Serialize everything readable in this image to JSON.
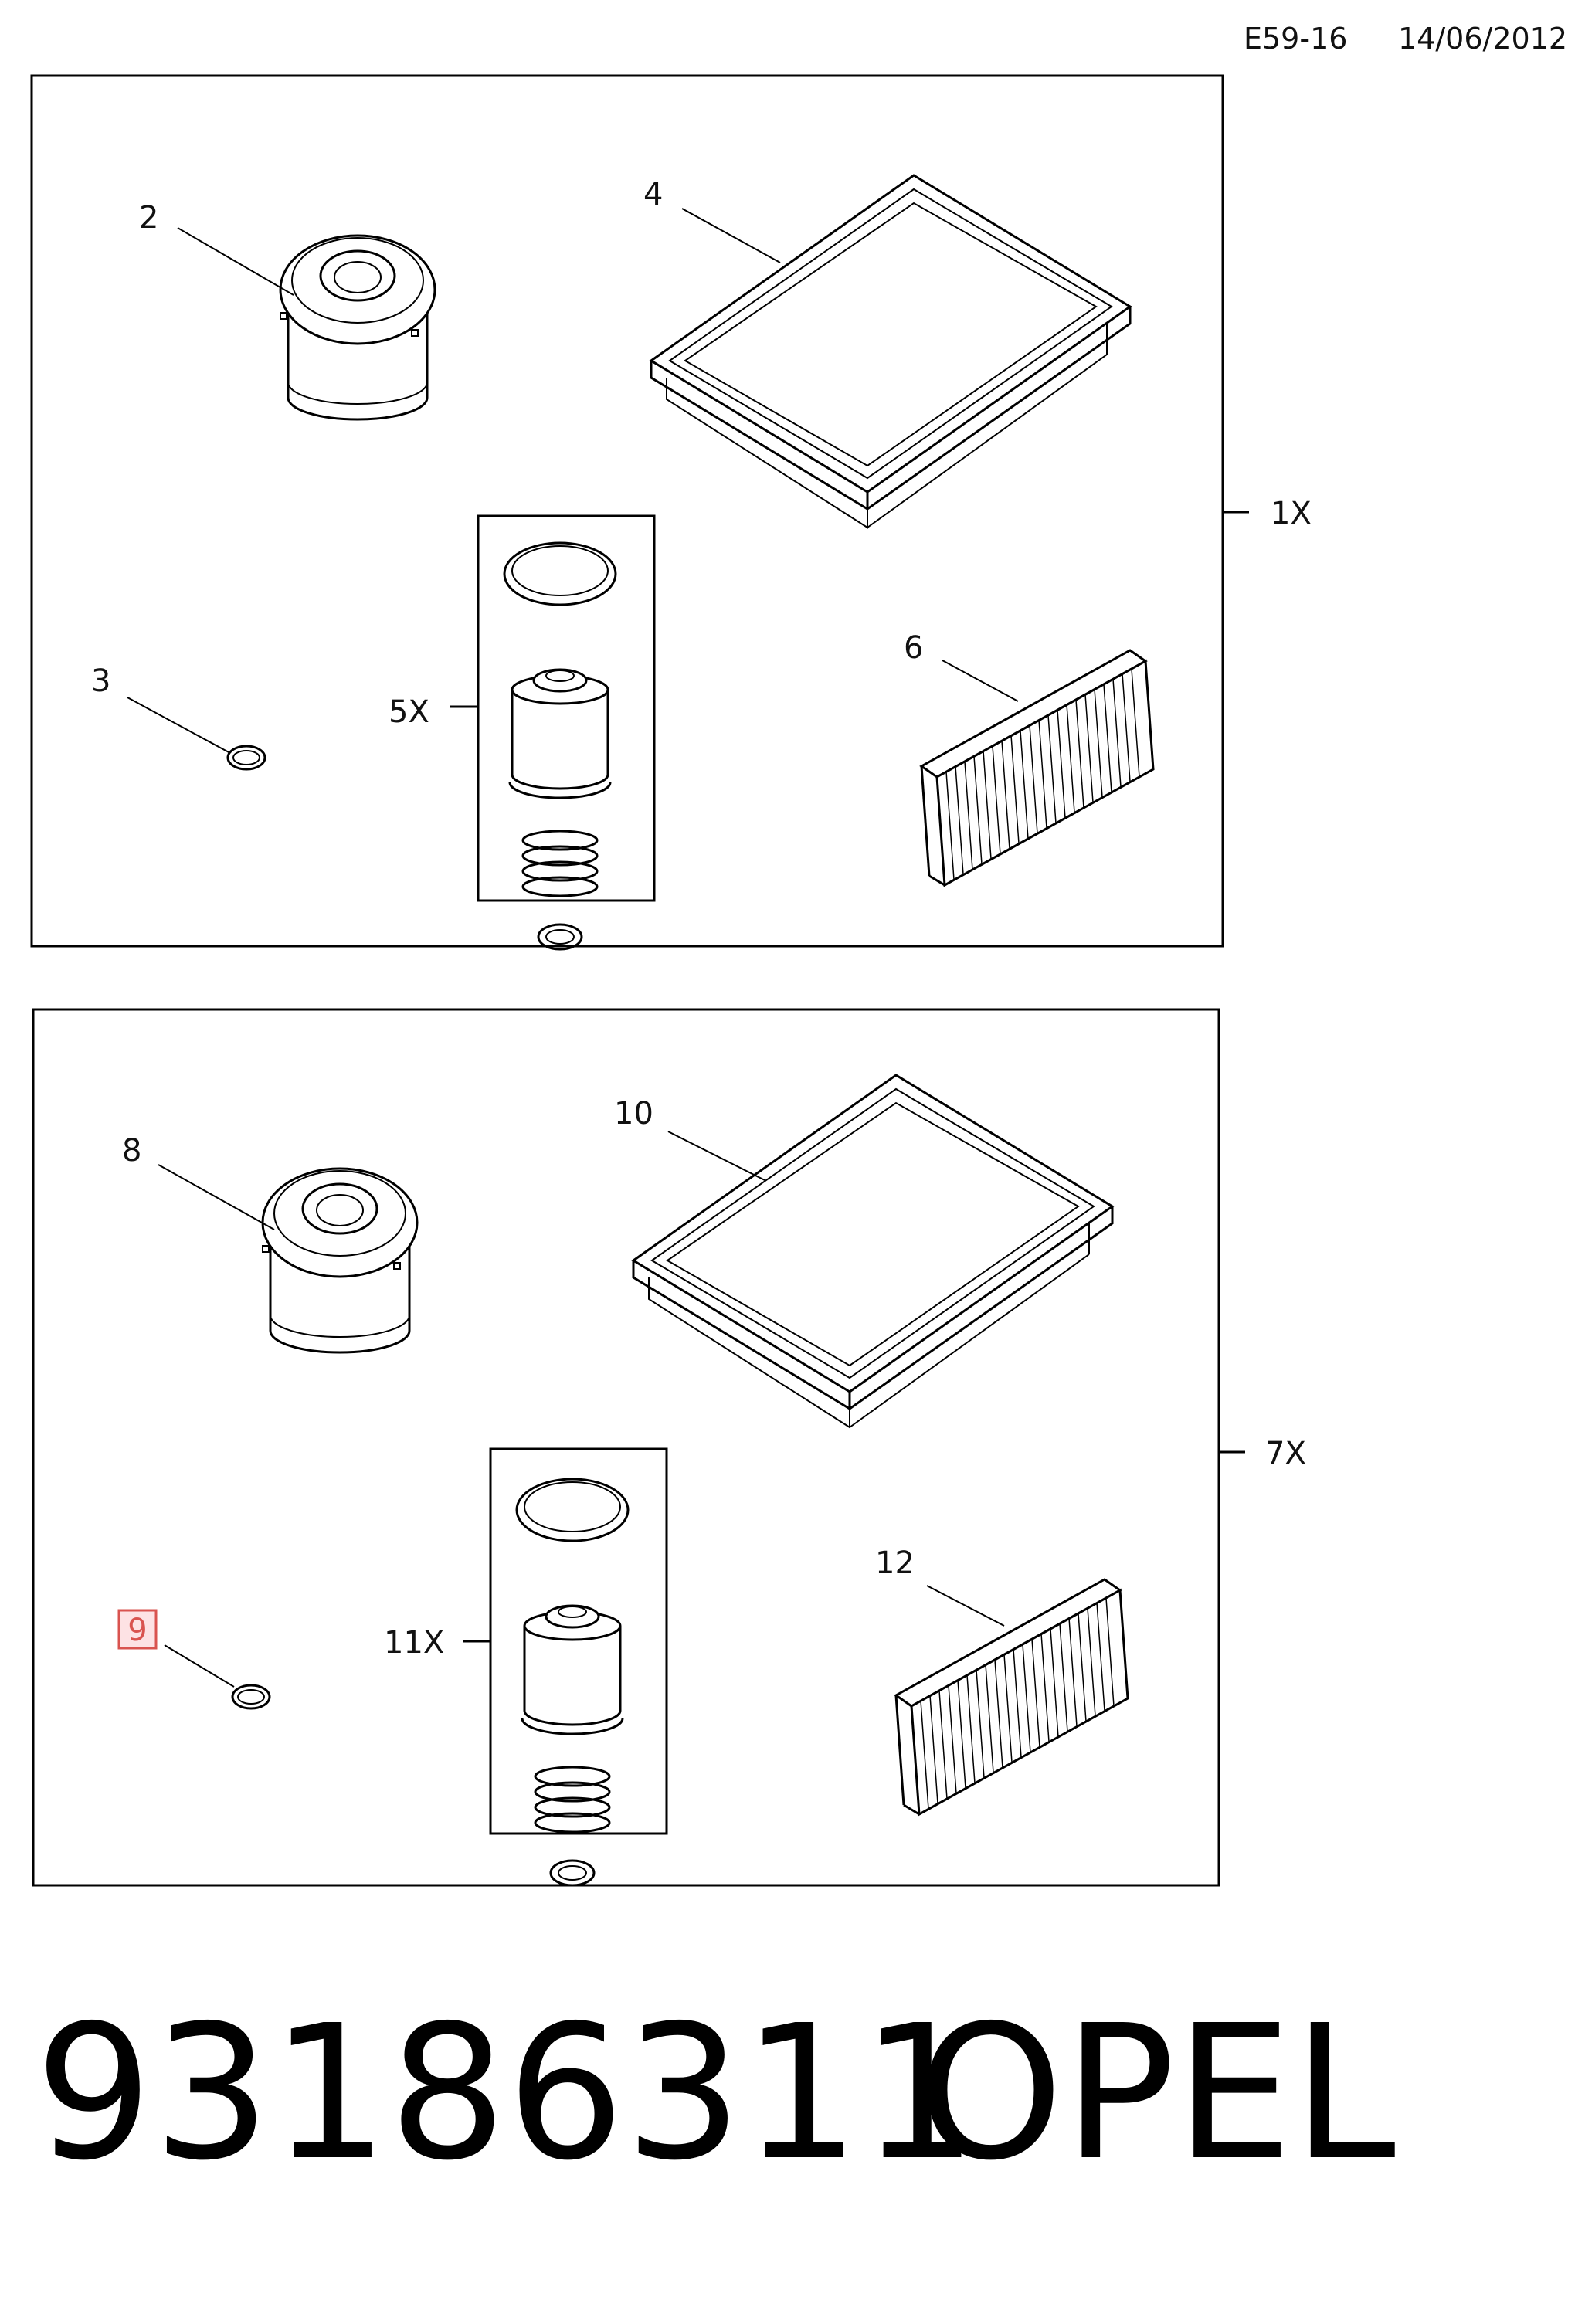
{
  "header": {
    "code": "E59-16",
    "date": "14/06/2012"
  },
  "callouts": {
    "c1x": "1X",
    "c2": "2",
    "c3": "3",
    "c4": "4",
    "c5x": "5X",
    "c6": "6",
    "c7x": "7X",
    "c8": "8",
    "c9": "9",
    "c10": "10",
    "c11x": "11X",
    "c12": "12"
  },
  "highlighted_callout": "9",
  "highlight_color": "#d9534f",
  "footer": {
    "part_number": "93186311",
    "brand": "OPEL"
  }
}
